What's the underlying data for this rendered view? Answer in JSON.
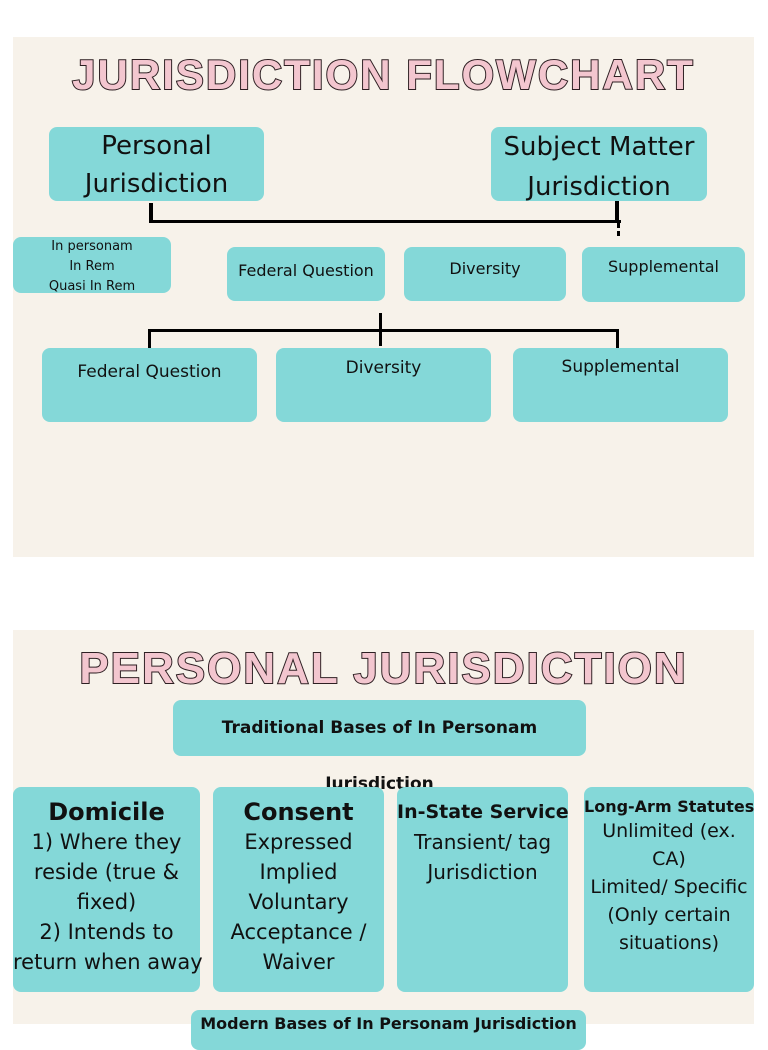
{
  "flowchart": {
    "title": "JURISDICTION FLOWCHART",
    "personal": "Personal Jurisdiction",
    "subject_matter": "Subject Matter Jurisdiction",
    "personal_types": [
      "In personam",
      "In Rem",
      "Quasi In Rem"
    ],
    "row1": [
      "Federal Question",
      "Diversity",
      "Supplemental"
    ],
    "row2": [
      "Federal Question",
      "Diversity",
      "Supplemental"
    ]
  },
  "personal_section": {
    "title": "PERSONAL JURISDICTION",
    "traditional_header": "Traditional Bases of In Personam Jurisdiction",
    "domicile": {
      "heading": "Domicile",
      "lines": [
        "1) Where they",
        "reside (true &",
        "fixed)",
        "2) Intends to",
        "return when away"
      ]
    },
    "consent": {
      "heading": "Consent",
      "lines": [
        "Expressed",
        "Implied",
        "Voluntary",
        "Acceptance /",
        "Waiver"
      ]
    },
    "in_state": {
      "heading": "In-State Service",
      "lines": [
        "Transient/ tag",
        "Jurisdiction"
      ]
    },
    "long_arm": {
      "heading": "Long-Arm Statutes",
      "lines": [
        "Unlimited (ex.",
        "CA)",
        "Limited/ Specific",
        "(Only certain",
        "situations)"
      ]
    },
    "modern_header": "Modern Bases of In Personam Jurisdiction"
  },
  "colors": {
    "box": "#84d8d8",
    "panel": "#f7f2ea",
    "title_fill": "#f3c6cf"
  }
}
